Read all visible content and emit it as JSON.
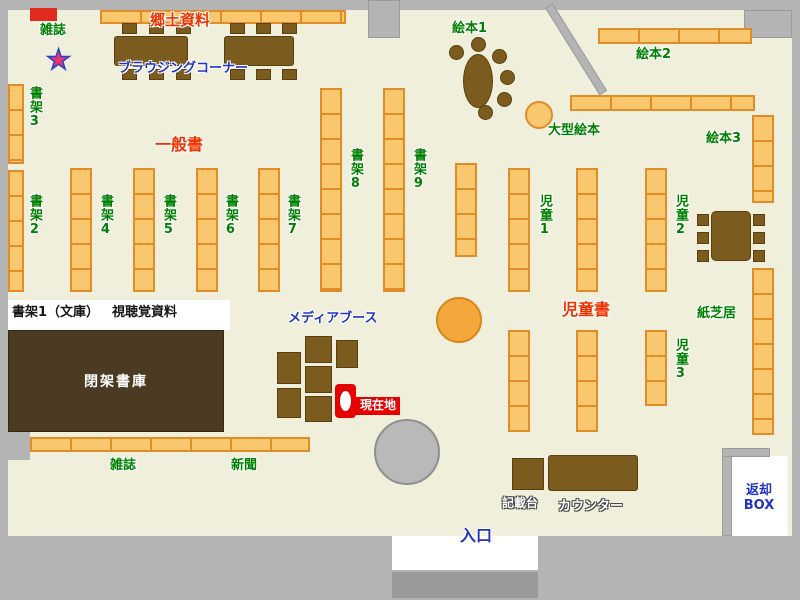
{
  "colors": {
    "wall": "#b4b4b4",
    "wall_dark": "#9b9b9b",
    "floor": "#f0efdb",
    "shelf_fill": "#f9c76e",
    "shelf_border": "#e08d28",
    "wood": "#7c5b1e",
    "wood_border": "#59400f",
    "stacks": "#4a3b22",
    "green": "#008000",
    "red": "#ed3300",
    "blue": "#2133c0",
    "marker_red": "#e60000",
    "dark_text": "#15151a",
    "accent_red_block": "#df2b20"
  },
  "icons": {
    "star": "★"
  },
  "labels": {
    "magazine_top": "雑誌",
    "local_history": "郷土資料",
    "browsing_corner": "ブラウジングコーナー",
    "shelf3": "書架3",
    "shelf2": "書架2",
    "general_books": "一般書",
    "shelf4": "書架4",
    "shelf5": "書架5",
    "shelf6": "書架6",
    "shelf7": "書架7",
    "shelf8": "書架8",
    "shelf9": "書架9",
    "ehon1": "絵本1",
    "ehon2": "絵本2",
    "ehon3": "絵本3",
    "large_picture_books": "大型絵本",
    "jido1": "児童1",
    "jido2": "児童2",
    "jido3": "児童3",
    "childrens_books": "児童書",
    "kamishibai": "紙芝居",
    "shelf1_bunko": "書架1（文庫）",
    "audiovisual": "視聴覚資料",
    "media_booth": "メディアブース",
    "closed_stacks": "閉架書庫",
    "current_location": "現在地",
    "magazine_bottom": "雑誌",
    "newspaper": "新聞",
    "writing_stand": "記載台",
    "counter": "カウンター",
    "return_box": "返却\nBOX",
    "entrance": "入口"
  }
}
